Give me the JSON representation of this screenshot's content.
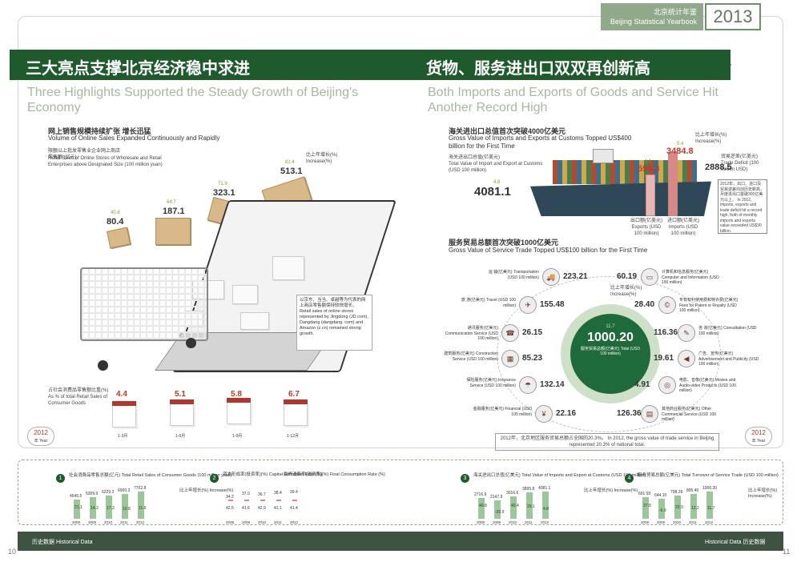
{
  "header": {
    "yearbook_cn": "北京统计年鉴",
    "yearbook_en": "Beijing Statistical Yearbook",
    "year": "2013"
  },
  "left": {
    "title_cn": "三大亮点支撑北京经济稳中求进",
    "title_en": "Three Highlights Supported the Steady Growth of Beijing's Economy",
    "online": {
      "title_cn": "网上销售规模持续扩张 增长迅猛",
      "title_en": "Volume of Online Sales Expanded Continuously and Rapidly",
      "note_cn": "限额以上批发零售业企业网上商店零售额 (亿元)",
      "note_en": "Retail Sales of Online Stores of Wholesale and Retail Enterprises above Designated Size (100 million yuan)",
      "growth_label": "比上年增长(%) Increase(%)",
      "values": [
        "80.4",
        "187.1",
        "323.1",
        "513.1"
      ],
      "growth": [
        "40.8",
        "64.7",
        "71.9",
        "81.4"
      ],
      "callout": "以京东、当当、卓越等为代表的网上商店零售额保持较快增长。 Retail sales of online stores represented by Jingdong (JD.com), Dangdang (dangdang. com) and Amazon (z.cn) remained strong growth."
    },
    "share": {
      "title_cn": "占社会消费品零售额比重(%)",
      "title_en": "As % of total Retail Sales of Consumer Goods",
      "values": [
        "4.4",
        "5.1",
        "5.8",
        "6.7"
      ],
      "months": [
        "1-3月",
        "1-6月",
        "1-9月",
        "1-12月"
      ]
    },
    "badge": {
      "year": "2012",
      "unit": "年 Year"
    }
  },
  "right": {
    "title_cn": "货物、服务进出口双双再创新高",
    "title_en": "Both Imports and Exports of Goods and Service Hit Another Record High",
    "goods": {
      "title_cn": "海关进出口总值首次突破4000亿美元",
      "title_en": "Gross Value of Imports and Exports at Customs Topped US$400 billion for the First Time",
      "note_cn": "海关进出口总值(亿美元)",
      "note_en": "Total Value of Import and Export at Customs (USD 100 million)",
      "total": "4081.1",
      "total_growth": "4.8",
      "exports": "596.3",
      "exports_growth": "1.1",
      "imports": "3484.8",
      "imports_growth": "5.4",
      "deficit": "2888.5",
      "deficit_label": "贸易逆差(亿美元) Trade Deficit (100 million USD)",
      "growth_label": "比上年增长(%) Increase(%)",
      "exports_label": "出口额(亿美元) Exports (USD 100 million)",
      "imports_label": "进口额(亿美元) Imports (USD 100 million)",
      "side_note": "2012年，出口、进口及贸易逆差均创历史新高，月度进出口首破300亿美元以上。 In 2012, imports, exports and trade deficit hit a record high, both of monthly imports and exports value exceeded US$30 billion."
    },
    "service": {
      "title_cn": "服务贸易总额首次突破1000亿美元",
      "title_en": "Gross Value of Service Trade Topped US$100 billion for the First Time",
      "center_value": "1000.20",
      "center_growth": "11.7",
      "center_label": "服务贸易总额(亿美元) Total (USD 100 million)",
      "growth_label": "比上年增长(%) Increase(%)",
      "items_left": [
        {
          "name": "运 输(亿美元) Transportation (USD 100 million)",
          "value": "223.21",
          "icon": "truck-icon",
          "glyph": "🚚"
        },
        {
          "name": "旅 游(亿美元) Travel (USD 100 million)",
          "value": "155.48",
          "icon": "plane-icon",
          "glyph": "✈"
        },
        {
          "name": "通讯服务(亿美元) Communication Service (USD 100 million)",
          "value": "26.15",
          "icon": "phone-icon",
          "glyph": "☎"
        },
        {
          "name": "建筑服务(亿美元) Construction Service (USD 100 million)",
          "value": "85.23",
          "icon": "building-icon",
          "glyph": "▦"
        },
        {
          "name": "保险服务(亿美元) Insurance Service (USD 100 million)",
          "value": "132.14",
          "icon": "umbrella-icon",
          "glyph": "☂"
        },
        {
          "name": "金融服务(亿美元) Financial (USD 100 million)",
          "value": "22.16",
          "icon": "money-bag-icon",
          "glyph": "¥"
        }
      ],
      "items_right": [
        {
          "name": "计算机和信息服务(亿美元) Computer and Information (USD 100 million)",
          "value": "60.19",
          "icon": "computer-icon",
          "glyph": "▭"
        },
        {
          "name": "专有权利使用费和特许费(亿美元) Fees for Patent or Royalty (USD 100 million)",
          "value": "28.40",
          "icon": "patent-icon",
          "glyph": "©"
        },
        {
          "name": "咨 询(亿美元) Consultation (USD 100 million)",
          "value": "116.36",
          "icon": "consult-icon",
          "glyph": "✎"
        },
        {
          "name": "广告、宣传(亿美元) Advertisement and Publicity (USD 100 million)",
          "value": "19.61",
          "icon": "megaphone-icon",
          "glyph": "◀"
        },
        {
          "name": "电影、音像(亿美元) Movies and Audio-video Products (USD 100 million)",
          "value": "4.91",
          "icon": "film-icon",
          "glyph": "◎"
        },
        {
          "name": "其他商业服务(亿美元) Other Commercial Service (USD 100 million)",
          "value": "126.36",
          "icon": "briefcase-icon",
          "glyph": "▤"
        }
      ],
      "footnote": "2012年，北京地区服务贸易总额占全国的20.3%。 In 2012, the gross value of trade service in Beijing represented 20.3% of national total."
    }
  },
  "history": {
    "c1": {
      "num": "1",
      "title": "社会消费品零售总额(亿元) Total Retail Sales of Consumer Goods (100 million yuan)",
      "values": [
        "4645.5",
        "5309.9",
        "6229.3",
        "6900.3",
        "7702.8"
      ],
      "growth": [
        "21.1",
        "14.3",
        "17.3",
        "10.8",
        "11.6"
      ]
    },
    "c2": {
      "num": "2",
      "title1": "资本形成率(投资率)(%) Capital Formation Rate (%)",
      "title2": "最终消费率(消费率)(%) Final Consumption Rate (%)",
      "values1": [
        "34.2",
        "37.0",
        "36.7",
        "38.4",
        "39.4"
      ],
      "values2": [
        "42.5",
        "41.6",
        "42.9",
        "41.1",
        "41.4"
      ]
    },
    "c3": {
      "num": "3",
      "title": "海关进出口总值(亿美元) Total Value of Imports and Export at Customs (USD 100 million)",
      "values": [
        "2716.9",
        "2147.9",
        "3016.6",
        "3895.8",
        "4081.1"
      ],
      "growth": [
        "40.8",
        "-20.9",
        "40.4",
        "29.1",
        "4.8"
      ]
    },
    "c4": {
      "num": "4",
      "title": "服务贸易总额(亿美元) Total Turnover of Service Trade (USD 100 million)",
      "values": [
        "691.93",
        "644.10",
        "798.29",
        "895.40",
        "1000.20"
      ],
      "growth": [
        "37.8",
        "-6.9",
        "23.9",
        "12.2",
        "11.7"
      ]
    },
    "years": [
      "2008",
      "2009",
      "2010",
      "2011",
      "2012"
    ],
    "growth_label": "比上年增长(%) Increase(%)"
  },
  "footer": {
    "left": "历史数据   Historical Data",
    "right": "Historical Data   历史数据",
    "page_left": "10",
    "page_right": "11"
  }
}
